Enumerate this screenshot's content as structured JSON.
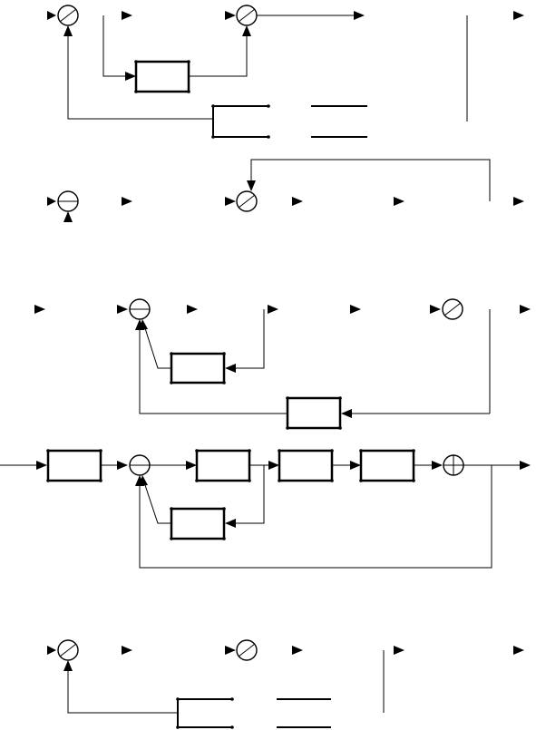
{
  "diagram": {
    "description_text": [],
    "colors": {
      "line": "#000000",
      "background": "#ffffff"
    },
    "panels": [
      {
        "name": "panel-1",
        "blocks": 1,
        "summing_junctions": 2,
        "fraction_bars": 2
      },
      {
        "name": "panel-2",
        "blocks": 0,
        "summing_junctions": 2,
        "fraction_bars": 0
      },
      {
        "name": "panel-3",
        "blocks": 2,
        "summing_junctions": 2,
        "fraction_bars": 0
      },
      {
        "name": "panel-4",
        "blocks": 5,
        "summing_junctions": 2,
        "fraction_bars": 0
      },
      {
        "name": "panel-5",
        "blocks": 0,
        "summing_junctions": 2,
        "fraction_bars": 2
      }
    ]
  }
}
